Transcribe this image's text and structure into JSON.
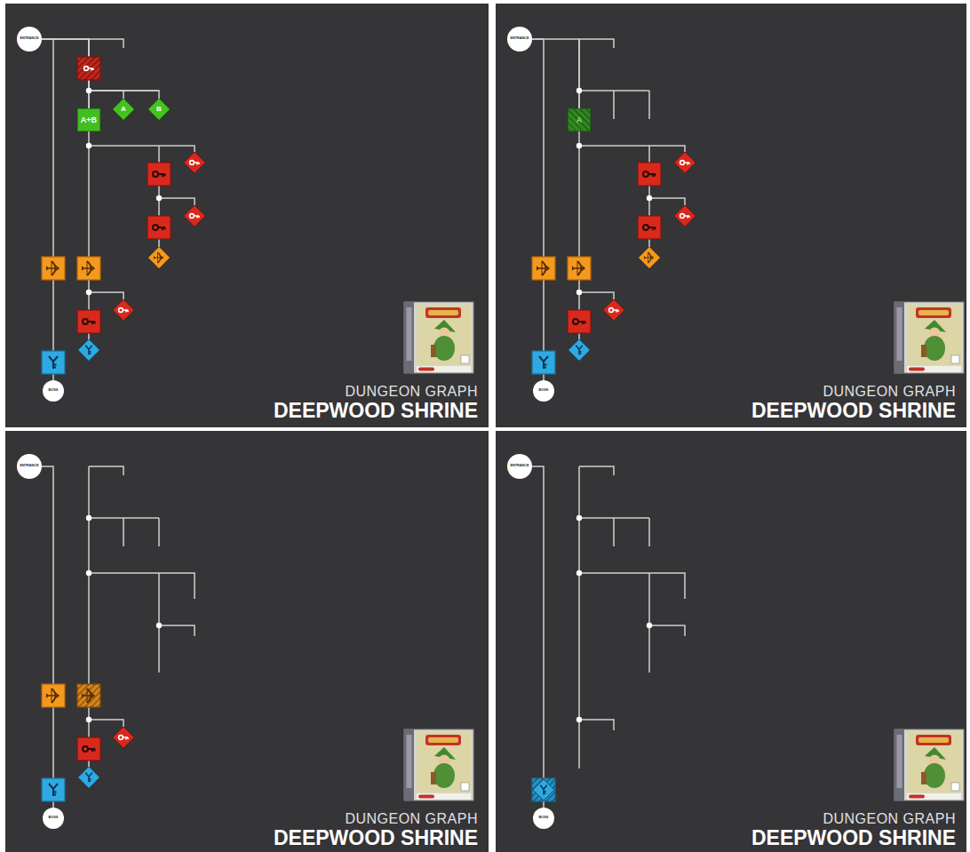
{
  "diagram": {
    "nodes": [
      {
        "text": [
          "ENTRANCE"
        ]
      },
      {
        "text": [
          "A+B"
        ]
      },
      {
        "text": [
          "A"
        ]
      },
      {
        "text": [
          "B"
        ]
      },
      {
        "text": [
          "BOSS"
        ]
      },
      {
        "text": [
          "ENTRANCE"
        ]
      },
      {
        "text": [
          "A"
        ]
      },
      {
        "text": [
          "BOSS"
        ]
      },
      {
        "text": [
          "ENTRANCE"
        ]
      },
      {
        "text": [
          "BOSS"
        ]
      },
      {
        "text": [
          "ENTRANCE"
        ]
      },
      {
        "text": [
          "BOSS"
        ]
      }
    ],
    "edges": [
      {
        "from": 0,
        "to": 4,
        "arrow": "none"
      },
      {
        "from": 0,
        "to": 1,
        "arrow": "none"
      },
      {
        "from": 0,
        "to": 2,
        "arrow": "none"
      },
      {
        "from": 0,
        "to": 3,
        "arrow": "none"
      },
      {
        "from": 5,
        "to": 7,
        "arrow": "none"
      },
      {
        "from": 5,
        "to": 6,
        "arrow": "none"
      },
      {
        "from": 8,
        "to": 9,
        "arrow": "none"
      },
      {
        "from": 10,
        "to": 11,
        "arrow": "none"
      }
    ],
    "labels": [
      "DUNGEON GRAPH",
      "DEEPWOOD SHRINE",
      "DUNGEON GRAPH",
      "DEEPWOOD SHRINE",
      "DUNGEON GRAPH",
      "DEEPWOOD SHRINE",
      "DUNGEON GRAPH",
      "DEEPWOOD SHRINE"
    ]
  }
}
